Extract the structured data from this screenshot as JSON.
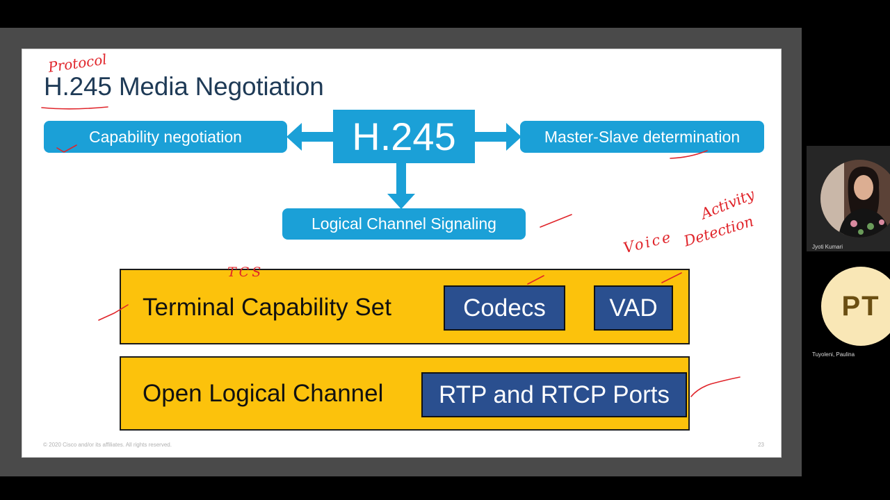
{
  "slide": {
    "title": "H.245 Media Negotiation",
    "center_label": "H.245",
    "left_pill": "Capability negotiation",
    "right_pill": "Master-Slave determination",
    "bottom_pill": "Logical Channel Signaling",
    "tcs": {
      "label": "Terminal Capability Set",
      "items": [
        "Codecs",
        "VAD"
      ]
    },
    "olc": {
      "label": "Open Logical Channel",
      "item": "RTP and RTCP Ports"
    },
    "footer": "© 2020 Cisco and/or its affiliates. All rights reserved.",
    "page_number": "23",
    "colors": {
      "blue": "#1ba0d7",
      "yellow": "#fcc20c",
      "navy": "#2a4f8f",
      "title": "#1e3a56",
      "ink": "#e0242a"
    }
  },
  "annotations": {
    "protocol": "Protocol",
    "tcs": "TCS",
    "voice": "Voice",
    "activity": "Activity",
    "detection": "Detection"
  },
  "participants": [
    {
      "name": "Jyoti Kumari",
      "type": "video"
    },
    {
      "name": "Tuyoleni, Paulina",
      "initials": "PT",
      "type": "avatar"
    }
  ]
}
